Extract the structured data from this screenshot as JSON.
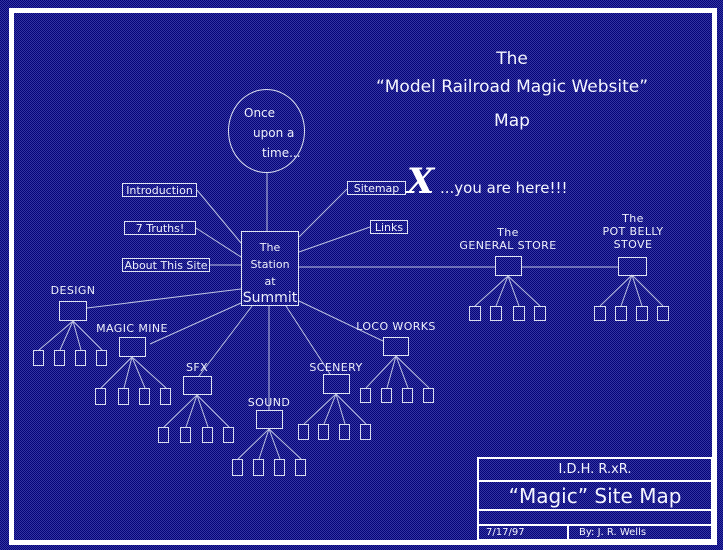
{
  "title": {
    "line1": "The",
    "line2": "“Model Railroad Magic Website”",
    "line3": "Map"
  },
  "once_circle": {
    "line1": "Once",
    "line2": "upon a",
    "line3": "time..."
  },
  "nav": {
    "introduction": "Introduction",
    "seven_truths": "7 Truths!",
    "about_this_site": "About This Site",
    "sitemap": "Sitemap",
    "links": "Links"
  },
  "you_are_here": {
    "mark": "X",
    "label": "...you are here!!!"
  },
  "station": {
    "line1": "The",
    "line2": "Station",
    "line3": "at",
    "line4": "Summit"
  },
  "sections": {
    "general_store": {
      "prefix": "The",
      "name": "GENERAL STORE",
      "child_count": 4
    },
    "pot_belly_stove": {
      "prefix": "The",
      "name_line1": "POT BELLY",
      "name_line2": "STOVE",
      "child_count": 4
    },
    "design": {
      "name": "DESIGN",
      "child_count": 4
    },
    "magic_mine": {
      "name": "MAGIC MINE",
      "child_count": 4
    },
    "sfx": {
      "name": "SFX",
      "child_count": 4
    },
    "sound": {
      "name": "SOUND",
      "child_count": 4
    },
    "scenery": {
      "name": "SCENERY",
      "child_count": 4
    },
    "loco_works": {
      "name": "LOCO WORKS",
      "child_count": 4
    }
  },
  "title_block": {
    "railroad": "I.D.H. R.xR.",
    "map_title": "“Magic” Site Map",
    "date": "7/17/97",
    "byline": "By: J. R. Wells"
  },
  "colors": {
    "background_dark": "#050578",
    "background_light": "#3434a2",
    "line": "#cfd5ec",
    "frame": "#ffffff"
  }
}
